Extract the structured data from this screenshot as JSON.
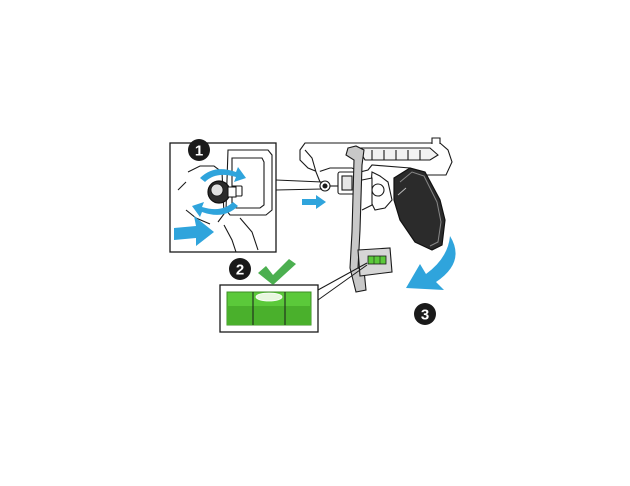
{
  "steps": [
    {
      "number": "1"
    },
    {
      "number": "2"
    },
    {
      "number": "3"
    }
  ],
  "colors": {
    "accent_blue": "#2fa4dc",
    "level_green": "#5bc93a",
    "check_green": "#4caf50",
    "line": "#1a1a1a",
    "bracket_gray": "#c8c8c8"
  },
  "icons": [
    "rotate-arrows-icon",
    "push-arrow-icon",
    "checkmark-icon",
    "tilt-arrow-icon"
  ]
}
